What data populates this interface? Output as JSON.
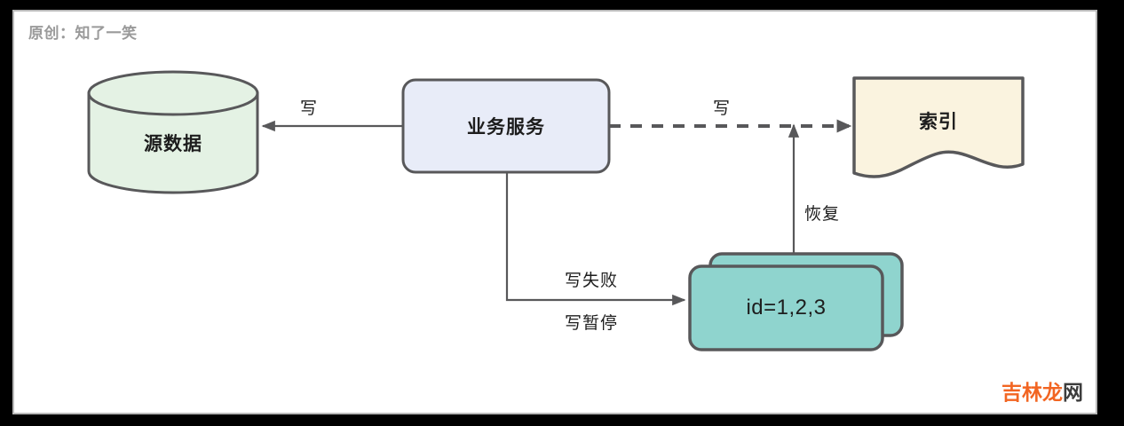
{
  "meta": {
    "credit": "原创：知了一笑",
    "watermark_orange": "吉林龙",
    "watermark_dark": "网",
    "colors": {
      "frame": "#000000",
      "canvas_border": "#b9b9b9",
      "stroke": "#58585a",
      "source_fill": "#e4f2e4",
      "service_fill": "#e8ecf8",
      "index_fill": "#faf3df",
      "queue_fill": "#8fd4ce",
      "credit_text": "#9a9a9a",
      "watermark_orange": "#f26522",
      "watermark_dark": "#3c3c3c"
    }
  },
  "nodes": {
    "source": {
      "label": "源数据",
      "shape": "cylinder"
    },
    "service": {
      "label": "业务服务",
      "shape": "rounded-rect"
    },
    "index": {
      "label": "索引",
      "shape": "document"
    },
    "queue_back": {
      "label": "",
      "shape": "rounded-rect"
    },
    "queue_front": {
      "label": "id=1,2,3",
      "shape": "rounded-rect"
    }
  },
  "edges": {
    "service_to_source": {
      "label": "写",
      "style": "solid"
    },
    "service_to_index": {
      "label": "写",
      "style": "dashed"
    },
    "service_to_queue_top": {
      "label": "写失败",
      "style": "solid"
    },
    "service_to_queue_bottom": {
      "label": "写暂停",
      "style": "solid"
    },
    "queue_to_index": {
      "label": "恢复",
      "style": "solid"
    }
  }
}
